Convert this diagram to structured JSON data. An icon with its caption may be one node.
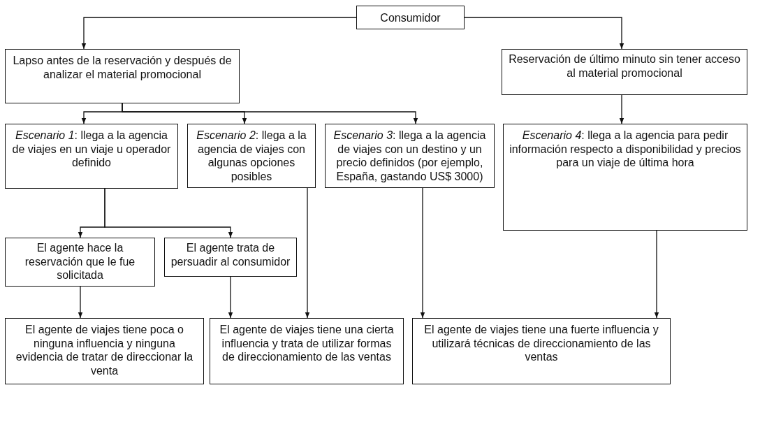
{
  "diagram": {
    "nodes": [
      {
        "text": [
          "Consumidor"
        ]
      },
      {
        "text": [
          "Lapso antes de la reservación y después de analizar el material promocional"
        ]
      },
      {
        "text": [
          "Reservación de último minuto sin tener acceso al material promocional"
        ]
      },
      {
        "text": [
          "*Escenario 1*: llega a la agencia de viajes en un viaje u operador definido"
        ]
      },
      {
        "text": [
          "*Escenario 2*: llega a la agencia de viajes con algunas opciones posibles"
        ]
      },
      {
        "text": [
          "*Escenario 3*: llega a la agencia de viajes con un destino y un precio definidos (por ejemplo, España, gastando US$ 3000)"
        ]
      },
      {
        "text": [
          "*Escenario 4*: llega a la agencia para pedir información respecto a disponibilidad y precios para un viaje de última hora"
        ]
      },
      {
        "text": [
          "El agente hace la reservación que le fue solicitada"
        ]
      },
      {
        "text": [
          "El agente trata de persuadir al consumidor"
        ]
      },
      {
        "text": [
          "El agente de viajes tiene poca o ninguna influencia y ninguna evidencia de tratar de direccionar la venta"
        ]
      },
      {
        "text": [
          "El agente de viajes tiene una cierta influencia y trata de utilizar formas de direccionamiento de las ventas"
        ]
      },
      {
        "text": [
          "El agente de viajes tiene una fuerte influencia y utilizará técnicas de direccionamiento de las ventas"
        ]
      }
    ],
    "edges": [
      {
        "from": 0,
        "to": 1,
        "arrow": "to"
      },
      {
        "from": 0,
        "to": 2,
        "arrow": "to"
      },
      {
        "from": 1,
        "to": 3,
        "arrow": "to"
      },
      {
        "from": 1,
        "to": 4,
        "arrow": "to"
      },
      {
        "from": 1,
        "to": 5,
        "arrow": "to"
      },
      {
        "from": 2,
        "to": 6,
        "arrow": "to"
      },
      {
        "from": 3,
        "to": 7,
        "arrow": "to"
      },
      {
        "from": 3,
        "to": 8,
        "arrow": "to"
      },
      {
        "from": 7,
        "to": 9,
        "arrow": "to"
      },
      {
        "from": 8,
        "to": 10,
        "arrow": "to"
      },
      {
        "from": 4,
        "to": 10,
        "arrow": "to"
      },
      {
        "from": 5,
        "to": 11,
        "arrow": "to"
      },
      {
        "from": 6,
        "to": 11,
        "arrow": "to"
      }
    ]
  }
}
